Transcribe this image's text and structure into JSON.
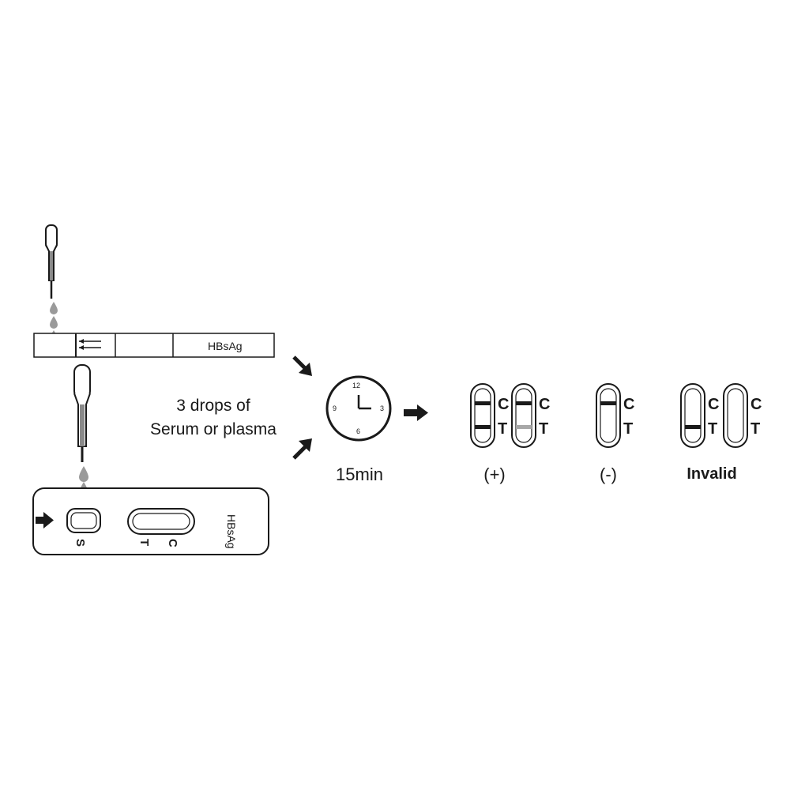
{
  "strip": {
    "label": "HBsAg"
  },
  "cassette": {
    "label": "HBsAg",
    "sample_mark": "S",
    "control_mark": "C",
    "test_mark": "T"
  },
  "instruction": {
    "line1": "3 drops of",
    "line2": "Serum or plasma"
  },
  "timer": {
    "label": "15min",
    "clock_numbers": [
      "12",
      "3",
      "6",
      "9"
    ]
  },
  "results": {
    "positive": {
      "label": "(+)"
    },
    "negative": {
      "label": "(-)"
    },
    "invalid": {
      "label": "Invalid"
    },
    "window_marks": {
      "c": "C",
      "t": "T"
    }
  },
  "colors": {
    "ink": "#1a1a1a",
    "drop": "#9a9a9a",
    "faint_line": "#a8a8a8"
  }
}
